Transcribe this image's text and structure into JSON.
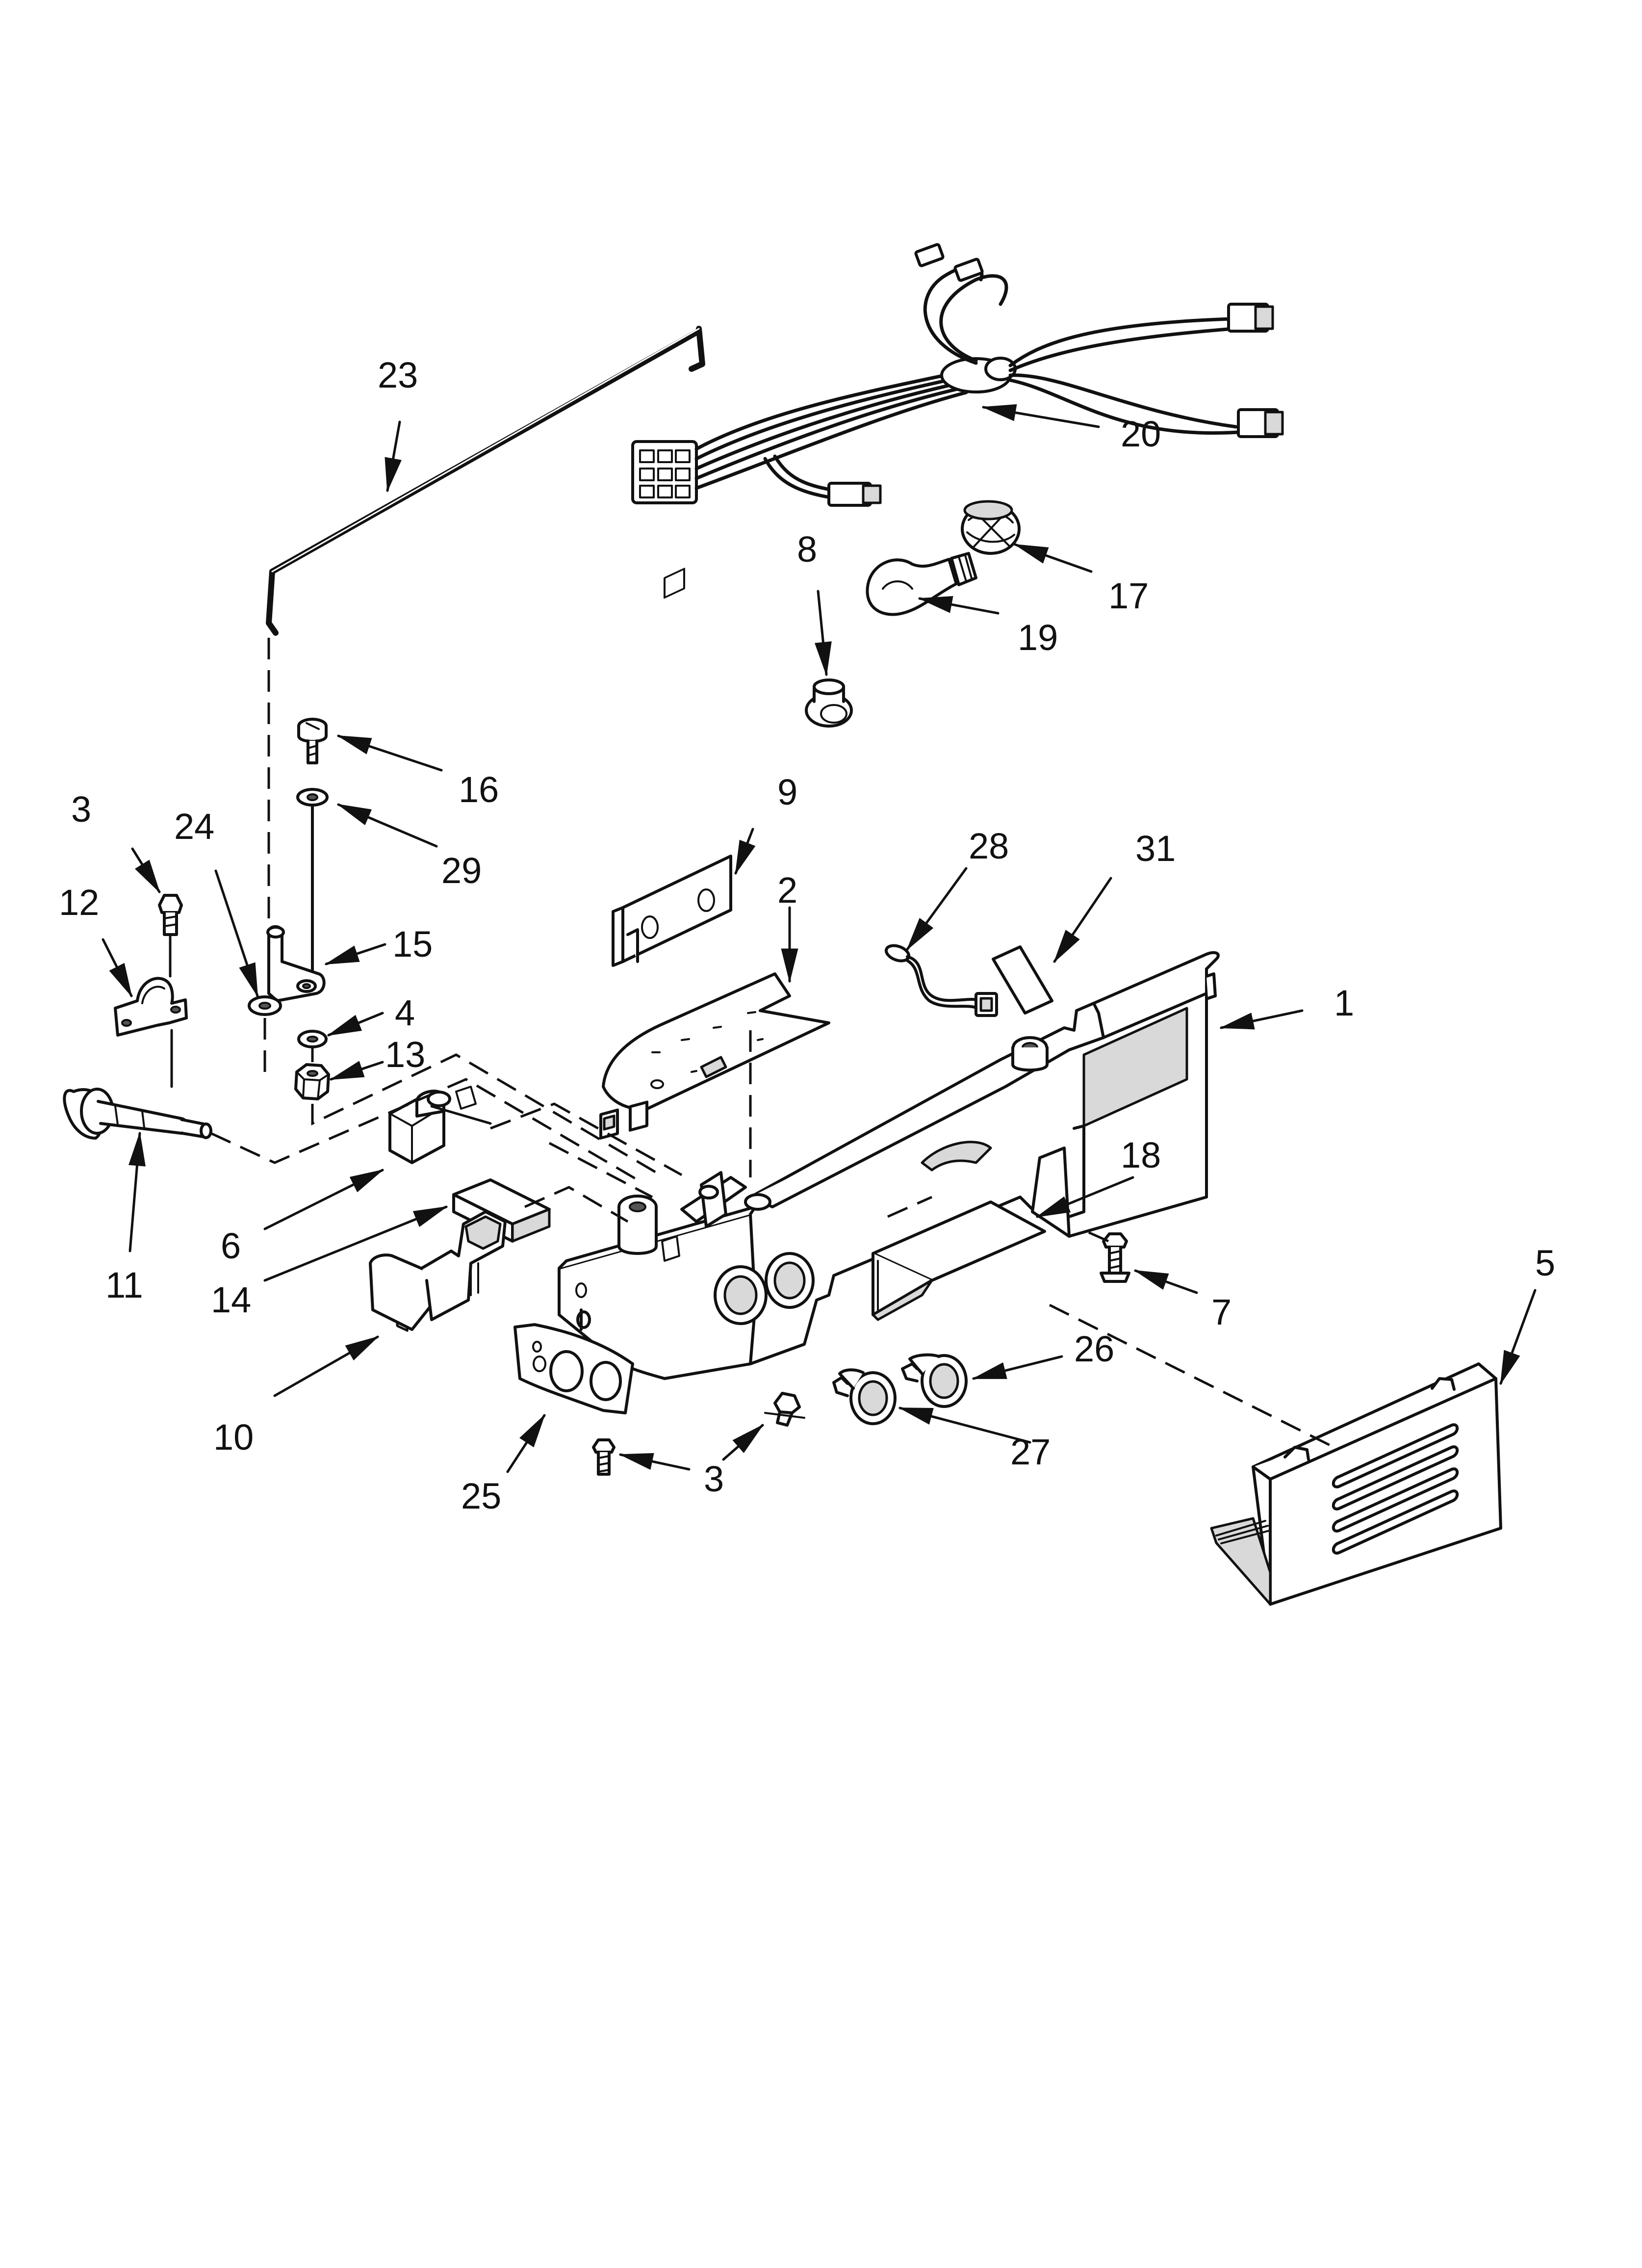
{
  "diagram": {
    "callouts": [
      {
        "id": "1",
        "label": "1"
      },
      {
        "id": "2",
        "label": "2"
      },
      {
        "id": "3a",
        "label": "3"
      },
      {
        "id": "3b",
        "label": "3"
      },
      {
        "id": "4",
        "label": "4"
      },
      {
        "id": "5",
        "label": "5"
      },
      {
        "id": "6",
        "label": "6"
      },
      {
        "id": "7",
        "label": "7"
      },
      {
        "id": "8",
        "label": "8"
      },
      {
        "id": "9",
        "label": "9"
      },
      {
        "id": "10",
        "label": "10"
      },
      {
        "id": "11",
        "label": "11"
      },
      {
        "id": "12",
        "label": "12"
      },
      {
        "id": "13",
        "label": "13"
      },
      {
        "id": "14",
        "label": "14"
      },
      {
        "id": "15",
        "label": "15"
      },
      {
        "id": "16",
        "label": "16"
      },
      {
        "id": "17",
        "label": "17"
      },
      {
        "id": "18",
        "label": "18"
      },
      {
        "id": "19",
        "label": "19"
      },
      {
        "id": "20",
        "label": "20"
      },
      {
        "id": "23",
        "label": "23"
      },
      {
        "id": "24",
        "label": "24"
      },
      {
        "id": "25",
        "label": "25"
      },
      {
        "id": "26",
        "label": "26"
      },
      {
        "id": "27",
        "label": "27"
      },
      {
        "id": "28",
        "label": "28"
      },
      {
        "id": "29",
        "label": "29"
      },
      {
        "id": "31",
        "label": "31"
      }
    ]
  }
}
